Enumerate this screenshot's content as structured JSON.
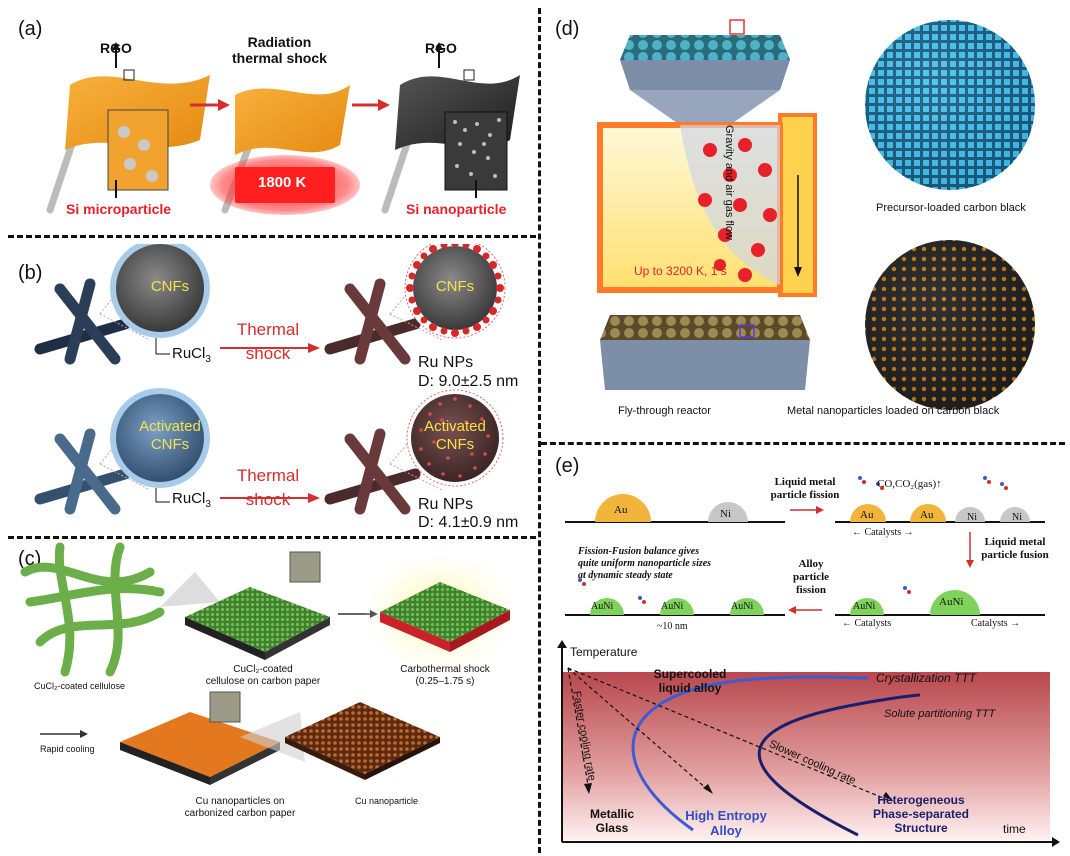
{
  "panels": {
    "a": {
      "label": "(a)",
      "rgo_left": "RGO",
      "rgo_right": "RGO",
      "process": "Radiation\nthermal shock",
      "temperature": "1800 K",
      "left_caption": "Si microparticle",
      "right_caption": "Si nanoparticle"
    },
    "b": {
      "label": "(b)",
      "row1": {
        "core_left": "CNFs",
        "core_right": "CNFs",
        "precursor": "RuCl",
        "precursor_sub": "3",
        "arrow_label": "Thermal\nshock",
        "product": "Ru NPs",
        "size": "D: 9.0±2.5 nm"
      },
      "row2": {
        "core_left": "Activated\nCNFs",
        "core_right": "Activated\nCNFs",
        "precursor": "RuCl",
        "precursor_sub": "3",
        "arrow_label": "Thermal\nshock",
        "product": "Ru NPs",
        "size": "D: 4.1±0.9 nm"
      }
    },
    "c": {
      "label": "(c)",
      "cellulose": "CuCl₂-coated cellulose",
      "coated_paper": "CuCl₂-coated\ncellulose on carbon paper",
      "carbothermal": "Carbothermal shock\n(0.25–1.75 s)",
      "rapid_cooling": "Rapid cooling",
      "cu_on_paper": "Cu nanoparticles on\ncarbonized carbon paper",
      "cu_np": "Cu nanoparticle"
    },
    "d": {
      "label": "(d)",
      "gravity": "Gravity and air gas flow",
      "temperature": "Up to 3200 K, 1 s",
      "precursor_black": "Precursor-loaded carbon black",
      "reactor": "Fly-through reactor",
      "metal_np": "Metal nanoparticles loaded on carbon black"
    },
    "e": {
      "label": "(e)",
      "fission": "Liquid metal\nparticle fission",
      "fusion": "Liquid metal\nparticle fusion",
      "alloy_fission": "Alloy\nparticle\nfission",
      "gas": "CO,CO₂(gas)↑",
      "balance": "Fission-Fusion balance gives\nquite uniform nanoparticle sizes\nat dynamic steady state",
      "au": "Au",
      "ni": "Ni",
      "auni": "AuNi",
      "catalysts_top": "← Catalysts →",
      "catalysts_left": "← Catalysts",
      "catalysts_right": "Catalysts →",
      "size": "~10 nm",
      "o_marker": "oᵒ"
    },
    "ttt": {
      "y_axis": "Temperature",
      "x_axis": "time",
      "supercooled": "Supercooled\nliquid alloy",
      "crystallization": "Crystallization TTT",
      "solute": "Solute partitioning TTT",
      "faster": "Faster cooling rate",
      "slower": "Slower cooling rate",
      "metallic": "Metallic\nGlass",
      "hea": "High Entropy\nAlloy",
      "hetero": "Heterogeneous\nPhase-separated\nStructure"
    }
  },
  "colors": {
    "arrow_red": "#d32f2f",
    "orange_sheet": "#f39a1c",
    "hot_red": "#e8202a",
    "cnf_blue": "#2b3e58",
    "cnf_red": "#6a3a3a",
    "ttt_blue": "#3f5bd0",
    "ttt_navy": "#1a1f6b",
    "au_gold": "#f2b53b",
    "ni_gray": "#c7c7c7",
    "auni_green": "#7fd35a"
  }
}
